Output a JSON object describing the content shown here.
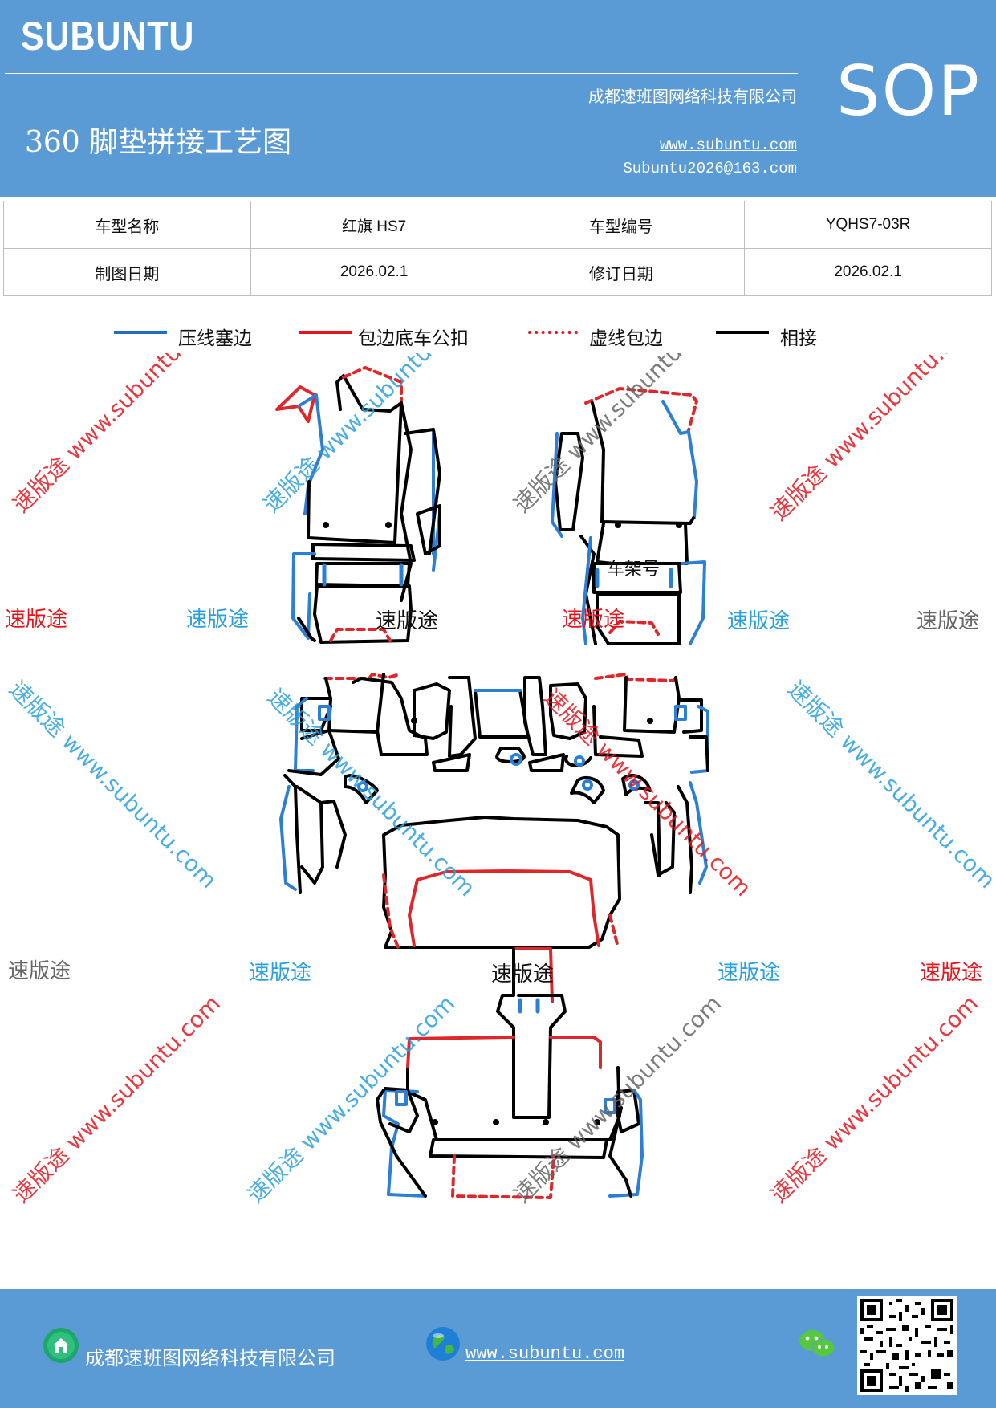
{
  "header": {
    "brand": "SUBUNTU",
    "company": "成都速班图网络科技有限公司",
    "title": "360 脚垫拼接工艺图",
    "website": "www.subuntu.com",
    "email": "Subuntu2026@163.com",
    "badge": "SOP"
  },
  "info_table": {
    "row1": {
      "label1": "车型名称",
      "value1": "红旗 HS7",
      "label2": "车型编号",
      "value2": "YQHS7-03R"
    },
    "row2": {
      "label1": "制图日期",
      "value1": "2026.02.1",
      "label2": "修订日期",
      "value2": "2026.02.1"
    }
  },
  "legend": [
    {
      "label": "压线塞边",
      "color": "#1f6fc0",
      "style": "solid"
    },
    {
      "label": "包边底车公扣",
      "color": "#e8141c",
      "style": "solid"
    },
    {
      "label": "虚线包边",
      "color": "#e8141c",
      "style": "dashed"
    },
    {
      "label": "相接",
      "color": "#000000",
      "style": "solid"
    }
  ],
  "drawing": {
    "frame_label": "车架号"
  },
  "watermarks": {
    "text": "速版途",
    "diag_text": "速版途 www.subuntu.com",
    "colors": {
      "red": "#e8141c",
      "blue": "#2aa0e0",
      "gray": "#666666",
      "black": "#111111"
    }
  },
  "footer": {
    "company": "成都速班图网络科技有限公司",
    "website": "www.subuntu.com"
  },
  "colors": {
    "header_bg": "#5b9bd5",
    "blue_line": "#2b7fd4",
    "red_line": "#e0262a"
  }
}
